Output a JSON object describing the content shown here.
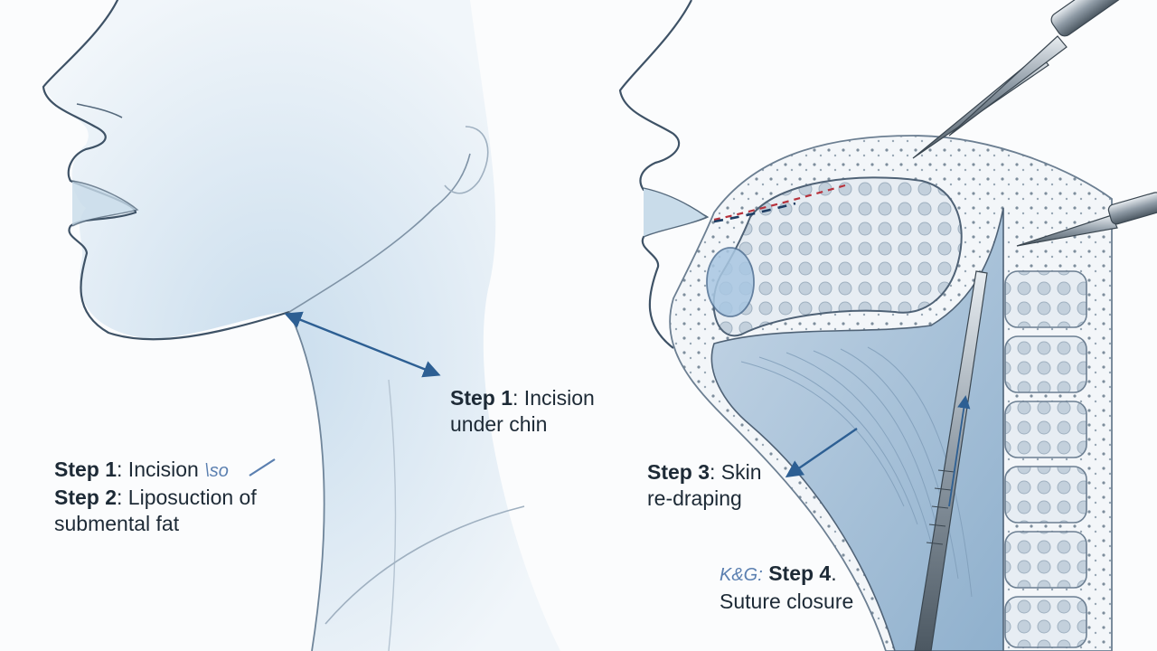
{
  "labels": {
    "step1_right": {
      "heading": "Step 1",
      "rest": ": Incision",
      "line2": "under chin"
    },
    "step1_left": {
      "heading": "Step 1",
      "rest": ": Incision",
      "mark": "\\so"
    },
    "step2_left": {
      "heading": "Step 2",
      "rest": ": Liposuction of",
      "line2": "submental fat"
    },
    "step3": {
      "heading": "Step 3",
      "rest": ": Skin",
      "line2": "re-draping"
    },
    "step4": {
      "prefix": "K&G:",
      "heading": "Step 4",
      "rest": ".",
      "line2": "Suture closure"
    }
  },
  "colors": {
    "ink": "#1d2a36",
    "accent_blue": "#2d5f93",
    "skin_tint": "#d6e6f2",
    "incision_red": "#b8323c",
    "tissue": "#c9d7e3"
  },
  "icons": [
    "scissors-icon",
    "scalpel-icon",
    "cannula-icon",
    "arrow-icon"
  ]
}
